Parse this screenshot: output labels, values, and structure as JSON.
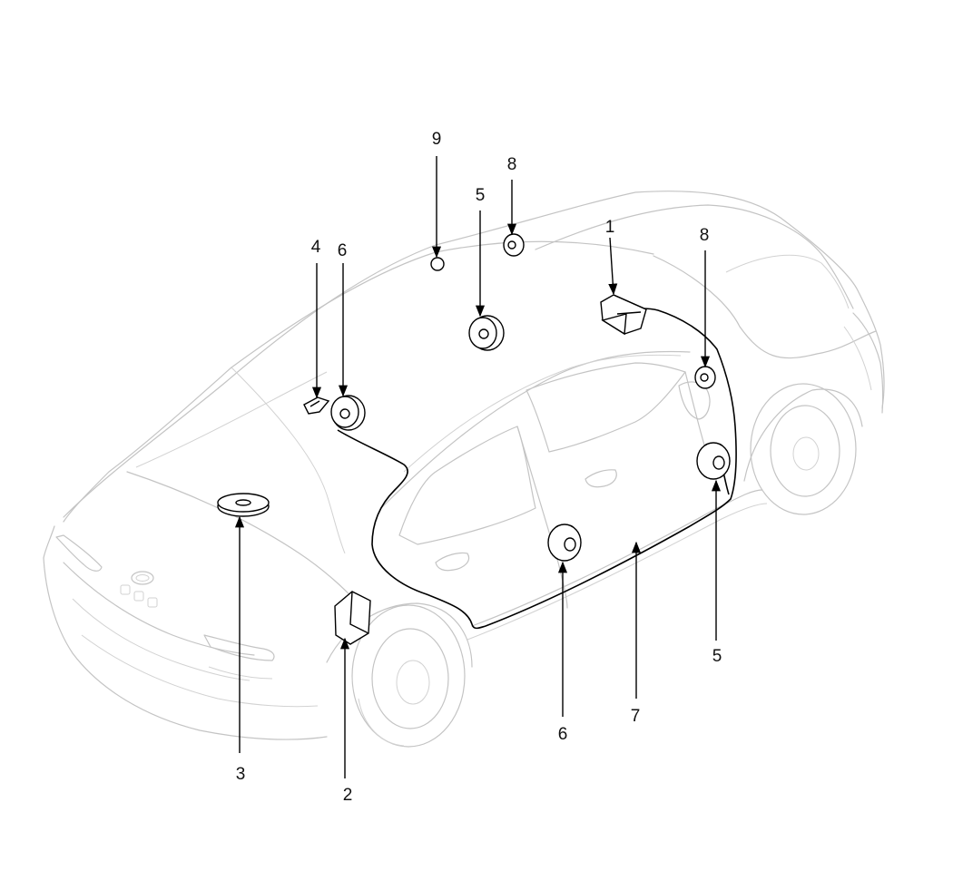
{
  "diagram": {
    "callouts": [
      {
        "id": "c1",
        "label": "1"
      },
      {
        "id": "c2",
        "label": "2"
      },
      {
        "id": "c3",
        "label": "3"
      },
      {
        "id": "c4",
        "label": "4"
      },
      {
        "id": "c5a",
        "label": "5"
      },
      {
        "id": "c5b",
        "label": "5"
      },
      {
        "id": "c6a",
        "label": "6"
      },
      {
        "id": "c6b",
        "label": "6"
      },
      {
        "id": "c7",
        "label": "7"
      },
      {
        "id": "c8a",
        "label": "8"
      },
      {
        "id": "c8b",
        "label": "8"
      },
      {
        "id": "c9",
        "label": "9"
      }
    ]
  }
}
